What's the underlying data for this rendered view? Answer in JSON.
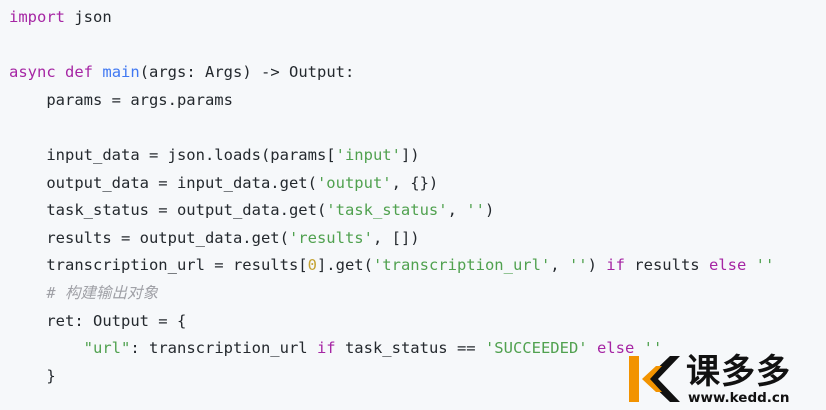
{
  "code_lines": [
    [
      {
        "t": "import",
        "c": "kw"
      },
      {
        "t": " json",
        "c": "pl"
      }
    ],
    [],
    [
      {
        "t": "async",
        "c": "kw"
      },
      {
        "t": " ",
        "c": "pl"
      },
      {
        "t": "def",
        "c": "kw"
      },
      {
        "t": " ",
        "c": "pl"
      },
      {
        "t": "main",
        "c": "fn"
      },
      {
        "t": "(args: Args) -> Output:",
        "c": "pl"
      }
    ],
    [
      {
        "t": "    params = args.params",
        "c": "pl"
      }
    ],
    [],
    [
      {
        "t": "    input_data = json.loads(params[",
        "c": "pl"
      },
      {
        "t": "'input'",
        "c": "str"
      },
      {
        "t": "])",
        "c": "pl"
      }
    ],
    [
      {
        "t": "    output_data = input_data.get(",
        "c": "pl"
      },
      {
        "t": "'output'",
        "c": "str"
      },
      {
        "t": ", {})",
        "c": "pl"
      }
    ],
    [
      {
        "t": "    task_status = output_data.get(",
        "c": "pl"
      },
      {
        "t": "'task_status'",
        "c": "str"
      },
      {
        "t": ", ",
        "c": "pl"
      },
      {
        "t": "''",
        "c": "str"
      },
      {
        "t": ")",
        "c": "pl"
      }
    ],
    [
      {
        "t": "    results = output_data.get(",
        "c": "pl"
      },
      {
        "t": "'results'",
        "c": "str"
      },
      {
        "t": ", [])",
        "c": "pl"
      }
    ],
    [
      {
        "t": "    transcription_url = results[",
        "c": "pl"
      },
      {
        "t": "0",
        "c": "num"
      },
      {
        "t": "].get(",
        "c": "pl"
      },
      {
        "t": "'transcription_url'",
        "c": "str"
      },
      {
        "t": ", ",
        "c": "pl"
      },
      {
        "t": "''",
        "c": "str"
      },
      {
        "t": ") ",
        "c": "pl"
      },
      {
        "t": "if",
        "c": "kw"
      },
      {
        "t": " results ",
        "c": "pl"
      },
      {
        "t": "else",
        "c": "kw"
      },
      {
        "t": " ",
        "c": "pl"
      },
      {
        "t": "''",
        "c": "str"
      }
    ],
    [
      {
        "t": "    ",
        "c": "pl"
      },
      {
        "t": "# 构建输出对象",
        "c": "cm"
      }
    ],
    [
      {
        "t": "    ret: Output = {",
        "c": "pl"
      }
    ],
    [
      {
        "t": "        ",
        "c": "pl"
      },
      {
        "t": "\"url\"",
        "c": "str"
      },
      {
        "t": ": transcription_url ",
        "c": "pl"
      },
      {
        "t": "if",
        "c": "kw"
      },
      {
        "t": " task_status == ",
        "c": "pl"
      },
      {
        "t": "'SUCCEEDED'",
        "c": "str"
      },
      {
        "t": " ",
        "c": "pl"
      },
      {
        "t": "else",
        "c": "kw"
      },
      {
        "t": " ",
        "c": "pl"
      },
      {
        "t": "''",
        "c": "str"
      }
    ],
    [
      {
        "t": "    }",
        "c": "pl"
      }
    ]
  ],
  "watermark": {
    "name": "课多多",
    "url": "www.kedd.cn",
    "logo_colors": {
      "orange": "#f29300",
      "black": "#111111"
    }
  }
}
